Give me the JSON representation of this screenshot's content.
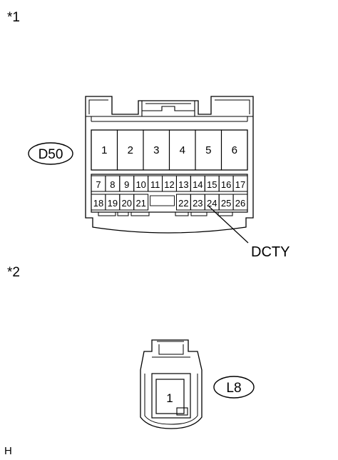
{
  "figure": {
    "section1_label": "*1",
    "section2_label": "*2",
    "corner_code": "H"
  },
  "connector_d50": {
    "tag": "D50",
    "large_pins": [
      "1",
      "2",
      "3",
      "4",
      "5",
      "6"
    ],
    "upper_row_pins": [
      "7",
      "8",
      "9",
      "10",
      "11",
      "12",
      "13",
      "14",
      "15",
      "16",
      "17"
    ],
    "lower_row_pins": [
      "18",
      "19",
      "20",
      "21",
      "22",
      "23",
      "24",
      "25",
      "26"
    ],
    "callout_pin": "24",
    "callout_label": "DCTY"
  },
  "connector_l8": {
    "tag": "L8",
    "pins": [
      "1"
    ]
  }
}
